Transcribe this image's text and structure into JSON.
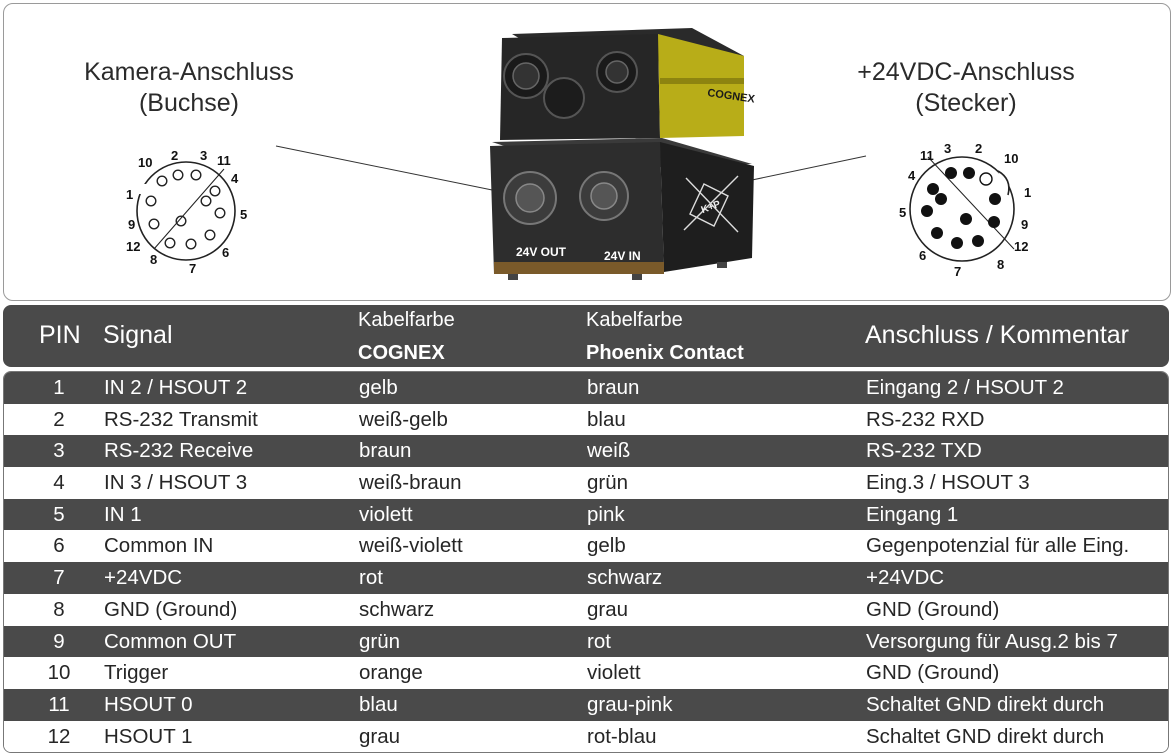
{
  "left_connector": {
    "title_line1": "Kamera-Anschluss",
    "title_line2": "(Buchse)"
  },
  "right_connector": {
    "title_line1": "+24VDC-Anschluss",
    "title_line2": "(Stecker)"
  },
  "pin_labels": {
    "p1": "1",
    "p2": "2",
    "p3": "3",
    "p4": "4",
    "p5": "5",
    "p6": "6",
    "p7": "7",
    "p8": "8",
    "p9": "9",
    "p10": "10",
    "p11": "11",
    "p12": "12"
  },
  "device": {
    "brand": "COGNEX",
    "port_left": "24V OUT",
    "port_right": "24V IN",
    "logo": "K+P"
  },
  "table": {
    "headers": {
      "pin": "PIN",
      "signal": "Signal",
      "cognex_line1": "Kabelfarbe",
      "cognex_line2": "COGNEX",
      "phoenix_line1": "Kabelfarbe",
      "phoenix_line2": "Phoenix Contact",
      "comment": "Anschluss / Kommentar"
    },
    "rows": [
      {
        "pin": "1",
        "signal": "IN 2 / HSOUT 2",
        "cognex": "gelb",
        "phoenix": "braun",
        "comment": "Eingang 2 / HSOUT 2"
      },
      {
        "pin": "2",
        "signal": "RS-232 Transmit",
        "cognex": "weiß-gelb",
        "phoenix": "blau",
        "comment": "RS-232 RXD"
      },
      {
        "pin": "3",
        "signal": "RS-232 Receive",
        "cognex": "braun",
        "phoenix": "weiß",
        "comment": "RS-232 TXD"
      },
      {
        "pin": "4",
        "signal": "IN 3 / HSOUT 3",
        "cognex": "weiß-braun",
        "phoenix": "grün",
        "comment": "Eing.3 / HSOUT 3"
      },
      {
        "pin": "5",
        "signal": "IN 1",
        "cognex": "violett",
        "phoenix": "pink",
        "comment": "Eingang 1"
      },
      {
        "pin": "6",
        "signal": "Common IN",
        "cognex": "weiß-violett",
        "phoenix": "gelb",
        "comment": "Gegenpotenzial für alle Eing."
      },
      {
        "pin": "7",
        "signal": "+24VDC",
        "cognex": "rot",
        "phoenix": "schwarz",
        "comment": "+24VDC"
      },
      {
        "pin": "8",
        "signal": "GND (Ground)",
        "cognex": "schwarz",
        "phoenix": "grau",
        "comment": "GND (Ground)"
      },
      {
        "pin": "9",
        "signal": "Common OUT",
        "cognex": "grün",
        "phoenix": "rot",
        "comment": "Versorgung für Ausg.2 bis 7"
      },
      {
        "pin": "10",
        "signal": "Trigger",
        "cognex": "orange",
        "phoenix": "violett",
        "comment": "GND (Ground)"
      },
      {
        "pin": "11",
        "signal": "HSOUT 0",
        "cognex": "blau",
        "phoenix": "grau-pink",
        "comment": "Schaltet GND direkt durch"
      },
      {
        "pin": "12",
        "signal": "HSOUT 1",
        "cognex": "grau",
        "phoenix": "rot-blau",
        "comment": "Schaltet GND direkt durch"
      }
    ]
  },
  "colors": {
    "dark_row": "#4a4a4a",
    "light_row": "#ffffff",
    "device_yellow": "#b8ad18"
  }
}
